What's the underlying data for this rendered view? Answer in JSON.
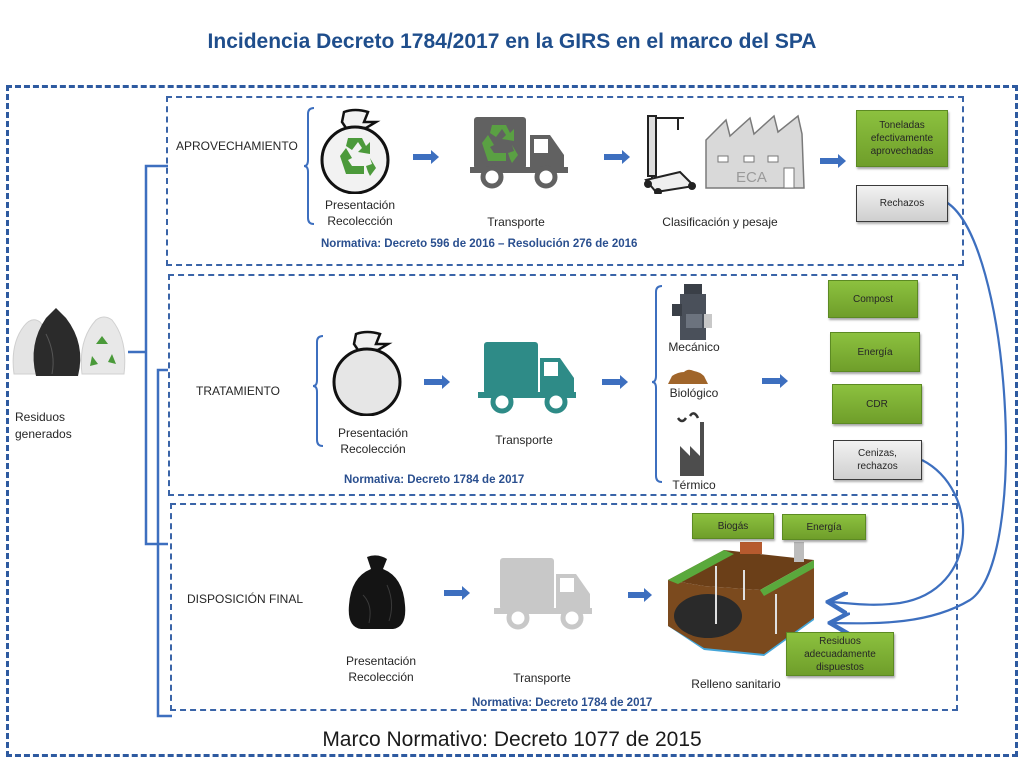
{
  "title": "Incidencia Decreto 1784/2017 en la GIRS en el marco del SPA",
  "source": {
    "icon": "waste-bags-icon",
    "label_line1": "Residuos",
    "label_line2": "generados"
  },
  "sections": [
    {
      "name": "APROVECHAMIENTO",
      "steps": [
        {
          "icon": "recycle-bag-icon",
          "line1": "Presentación",
          "line2": "Recolección"
        },
        {
          "icon": "recycle-truck-icon",
          "line1": "Transporte"
        },
        {
          "icon": "scale-and-eca-factory-icon",
          "line1": "Clasificación y pesaje",
          "factory_label": "ECA"
        }
      ],
      "outputs": [
        {
          "label": "Toneladas efectivamente aprovechadas",
          "type": "product",
          "color": "#7db536"
        },
        {
          "label": "Rechazos",
          "type": "reject",
          "color": "#d9d9d9"
        }
      ],
      "normativa": "Normativa:  Decreto 596 de 2016 – Resolución 276 de 2016"
    },
    {
      "name": "TRATAMIENTO",
      "steps": [
        {
          "icon": "bag-icon",
          "line1": "Presentación",
          "line2": "Recolección"
        },
        {
          "icon": "truck-icon",
          "line1": "Transporte",
          "color": "#2e8b87"
        }
      ],
      "processes": [
        {
          "icon": "machine-icon",
          "label": "Mecánico"
        },
        {
          "icon": "compost-pile-icon",
          "label": "Biológico"
        },
        {
          "icon": "factory-chimney-icon",
          "label": "Térmico"
        }
      ],
      "outputs": [
        {
          "label": "Compost",
          "type": "product"
        },
        {
          "label": "Energía",
          "type": "product"
        },
        {
          "label": "CDR",
          "type": "product"
        },
        {
          "label": "Cenizas, rechazos",
          "type": "reject"
        }
      ],
      "normativa": "Normativa:  Decreto 1784 de 2017"
    },
    {
      "name": "DISPOSICIÓN FINAL",
      "steps": [
        {
          "icon": "black-trash-bag-icon",
          "line1": "Presentación",
          "line2": "Recolección"
        },
        {
          "icon": "truck-icon",
          "line1": "Transporte",
          "color": "#c8c8c8"
        },
        {
          "icon": "landfill-icon",
          "line1": "Relleno sanitario"
        }
      ],
      "outputs": [
        {
          "label": "Biogás",
          "type": "product"
        },
        {
          "label": "Energía",
          "type": "product"
        },
        {
          "label": "Residuos adecuadamente dispuestos",
          "type": "product"
        }
      ],
      "normativa": "Normativa: Decreto 1784 de 2017"
    }
  ],
  "footer": "Marco Normativo: Decreto 1077 de 2015",
  "colors": {
    "title": "#1f4e8c",
    "border": "#2e5aa0",
    "green_box": "#7db536",
    "gray_box": "#d9d9d9",
    "arrow": "#3a64a8"
  }
}
